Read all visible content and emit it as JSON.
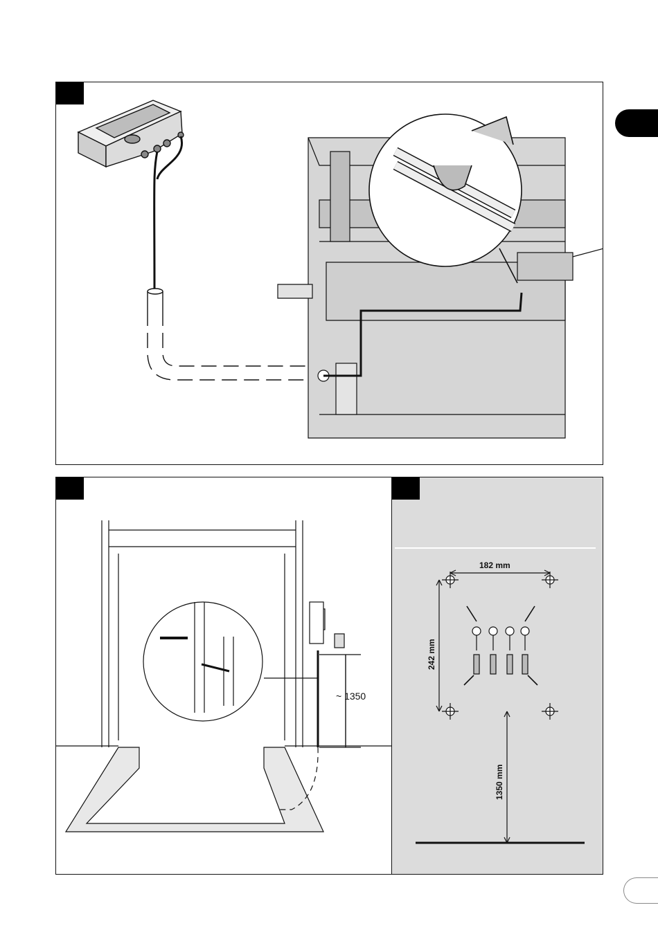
{
  "dimensions": {
    "height_approx": "~ 1350",
    "hole_spacing_horizontal": "182 mm",
    "hole_spacing_vertical": "242 mm",
    "mount_height": "1350 mm"
  },
  "colors": {
    "line": "#111111",
    "machine_fill": "#d6d6d6",
    "panel_grey": "#dcdcdc",
    "tag_black": "#000000"
  }
}
